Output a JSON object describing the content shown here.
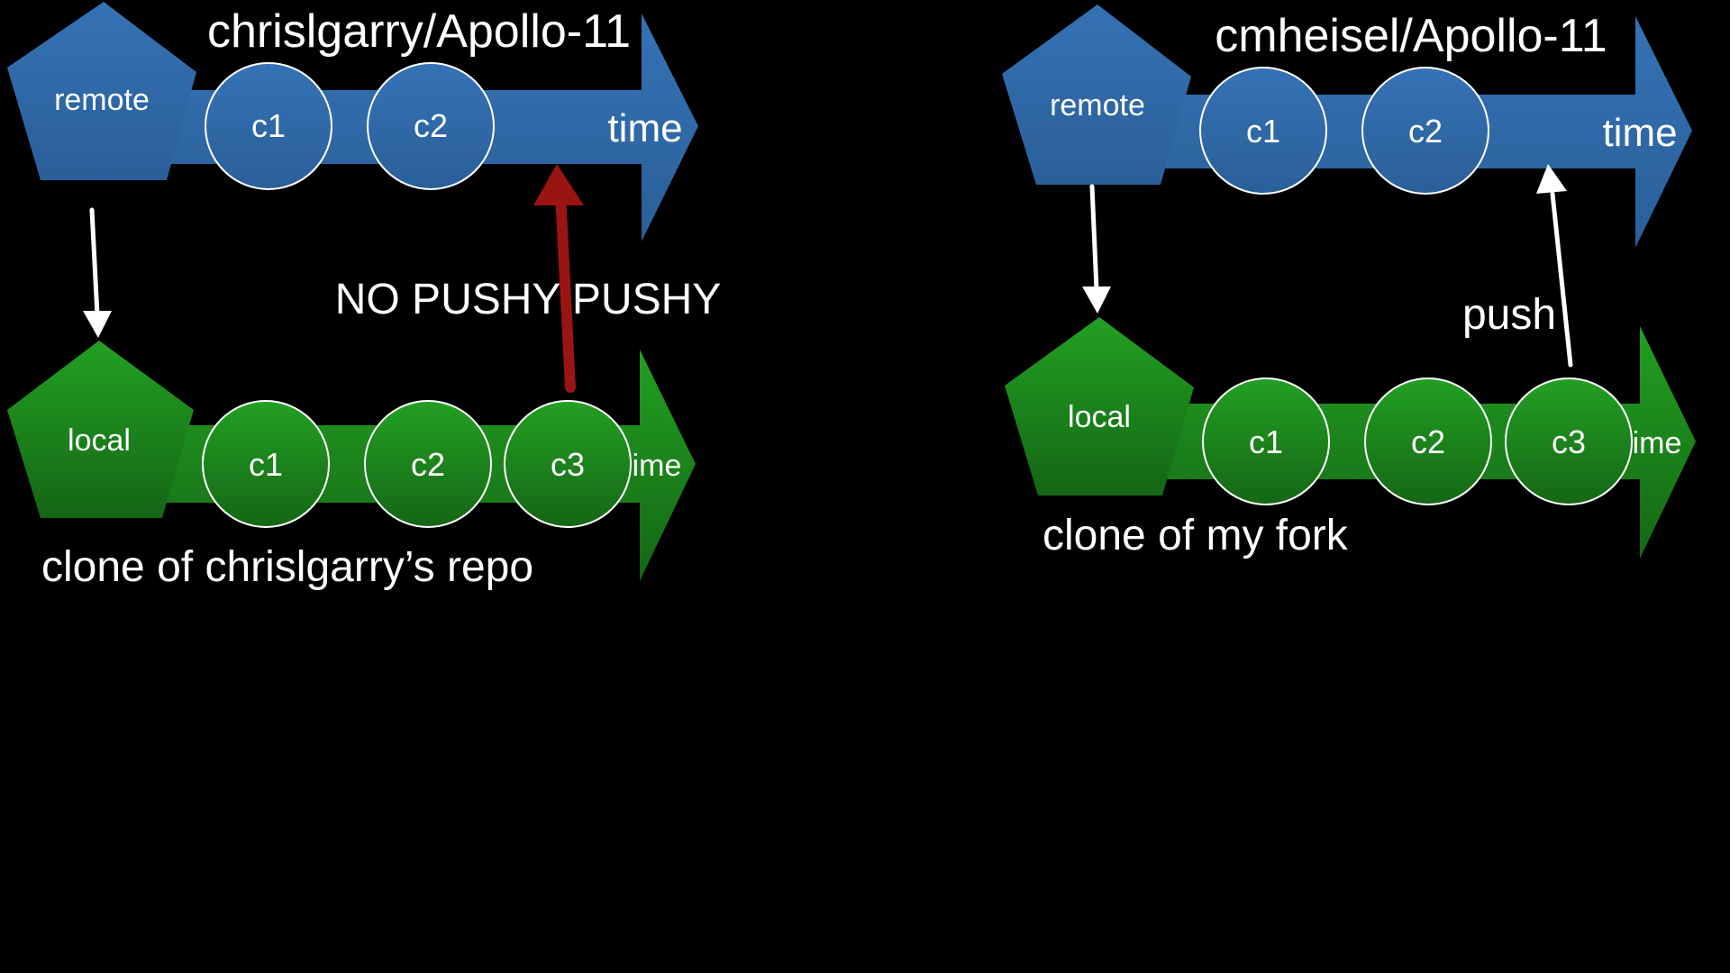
{
  "colors": {
    "background": "#000000",
    "remote_blue": "#2f69a8",
    "local_green": "#1f8c1f",
    "blocked_arrow": "#9a1414",
    "allowed_arrow": "#ffffff",
    "text": "#ffffff"
  },
  "left": {
    "remote_repo_title": "chrislgarry/Apollo-11",
    "remote_label": "remote",
    "remote_commits": [
      "c1",
      "c2"
    ],
    "remote_time_label": "time",
    "local_label": "local",
    "local_commits": [
      "c1",
      "c2",
      "c3"
    ],
    "local_time_label": "ime",
    "caption": "clone of chrislgarry’s repo",
    "push_note": "NO PUSHY PUSHY"
  },
  "right": {
    "remote_repo_title": "cmheisel/Apollo-11",
    "remote_label": "remote",
    "remote_commits": [
      "c1",
      "c2"
    ],
    "remote_time_label": "time",
    "local_label": "local",
    "local_commits": [
      "c1",
      "c2",
      "c3"
    ],
    "local_time_label": "ime",
    "caption": "clone of my fork",
    "push_note": "push"
  }
}
